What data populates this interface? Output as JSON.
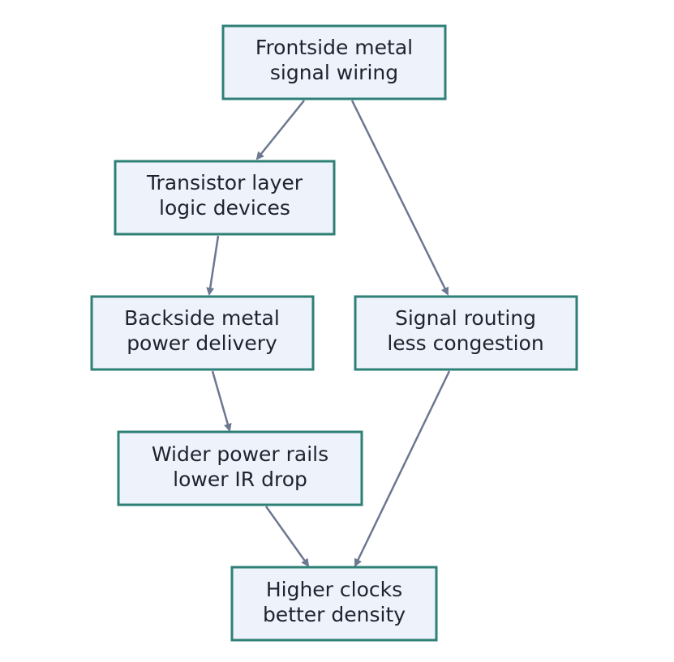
{
  "colors": {
    "node_fill": "#eef2fa",
    "node_border": "#2e8077",
    "text": "#1f2330",
    "edge": "#6b7890"
  },
  "nodes": {
    "frontside": {
      "line1": "Frontside metal",
      "line2": "signal wiring"
    },
    "transistor": {
      "line1": "Transistor layer",
      "line2": "logic devices"
    },
    "backside": {
      "line1": "Backside metal",
      "line2": "power delivery"
    },
    "signal_routing": {
      "line1": "Signal routing",
      "line2": "less congestion"
    },
    "power_rails": {
      "line1": "Wider power rails",
      "line2": "lower IR drop"
    },
    "higher_clocks": {
      "line1": "Higher clocks",
      "line2": "better density"
    }
  },
  "edges": [
    {
      "from": "frontside",
      "to": "transistor"
    },
    {
      "from": "frontside",
      "to": "signal_routing"
    },
    {
      "from": "transistor",
      "to": "backside"
    },
    {
      "from": "backside",
      "to": "power_rails"
    },
    {
      "from": "power_rails",
      "to": "higher_clocks"
    },
    {
      "from": "signal_routing",
      "to": "higher_clocks"
    }
  ]
}
